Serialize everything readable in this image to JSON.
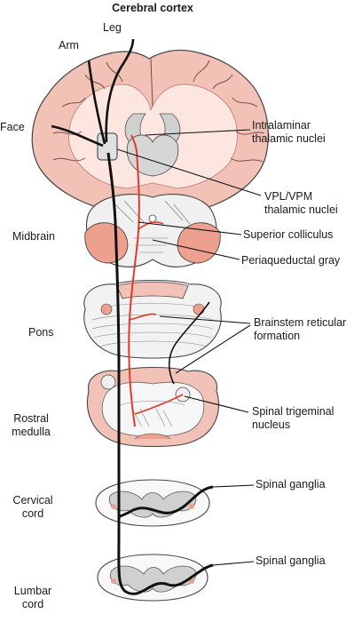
{
  "title": "Cerebral cortex",
  "top_labels": {
    "leg": "Leg",
    "arm": "Arm",
    "face": "Face"
  },
  "left_labels": {
    "midbrain": "Midbrain",
    "pons": "Pons",
    "rostral_medulla": [
      "Rostral",
      "medulla"
    ],
    "cervical_cord": [
      "Cervical",
      "cord"
    ],
    "lumbar_cord": [
      "Lumbar",
      "cord"
    ]
  },
  "right_labels": {
    "intralaminar": [
      "Intralaminar",
      "thalamic nuclei"
    ],
    "vpl_vpm": [
      "VPL/VPM",
      "thalamic nuclei"
    ],
    "superior_colliculus": "Superior colliculus",
    "periaqueductal_gray": "Periaqueductal gray",
    "brainstem_reticular": [
      "Brainstem reticular",
      "formation"
    ],
    "spinal_trigeminal": [
      "Spinal trigeminal",
      "nucleus"
    ],
    "spinal_ganglia_cervical": "Spinal ganglia",
    "spinal_ganglia_lumbar": "Spinal ganglia"
  },
  "colors": {
    "tissue_pink": "#f3c2b6",
    "tissue_salmon": "#eea08e",
    "gray_matter": "#d0d0d0",
    "pathway_black": "#111111",
    "pathway_red": "#e23a2a",
    "outline": "#444444"
  }
}
